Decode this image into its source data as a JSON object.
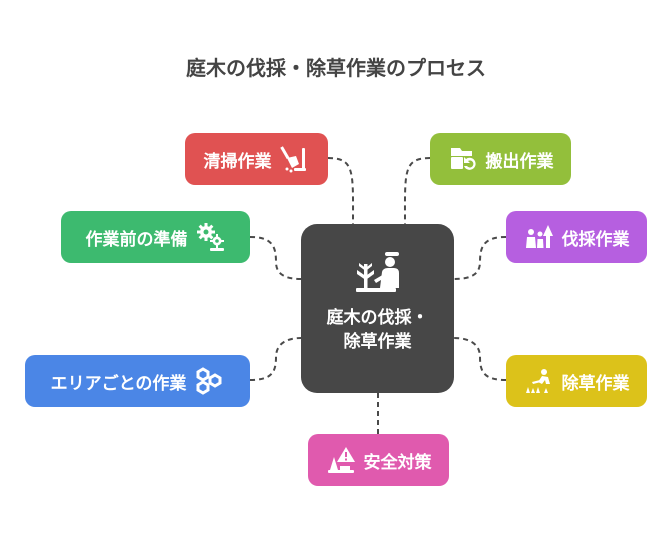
{
  "title": "庭木の伐採・除草作業のプロセス",
  "center": {
    "label": "庭木の伐採・除草作業",
    "icon": "gardener-icon"
  },
  "nodes": {
    "cleaning": {
      "label": "清掃作業",
      "icon": "broom-icon",
      "color": "#e05252"
    },
    "carry_out": {
      "label": "搬出作業",
      "icon": "recycle-box-icon",
      "color": "#93bf3b"
    },
    "preparation": {
      "label": "作業前の準備",
      "icon": "gears-icon",
      "color": "#3dba6f"
    },
    "felling": {
      "label": "伐採作業",
      "icon": "tree-felling-icon",
      "color": "#b65fe0"
    },
    "area_work": {
      "label": "エリアごとの作業",
      "icon": "hexagon-nodes-icon",
      "color": "#4b86e6"
    },
    "weeding": {
      "label": "除草作業",
      "icon": "weeding-icon",
      "color": "#dcc21a"
    },
    "safety": {
      "label": "安全対策",
      "icon": "warning-cone-icon",
      "color": "#e05aae"
    }
  }
}
